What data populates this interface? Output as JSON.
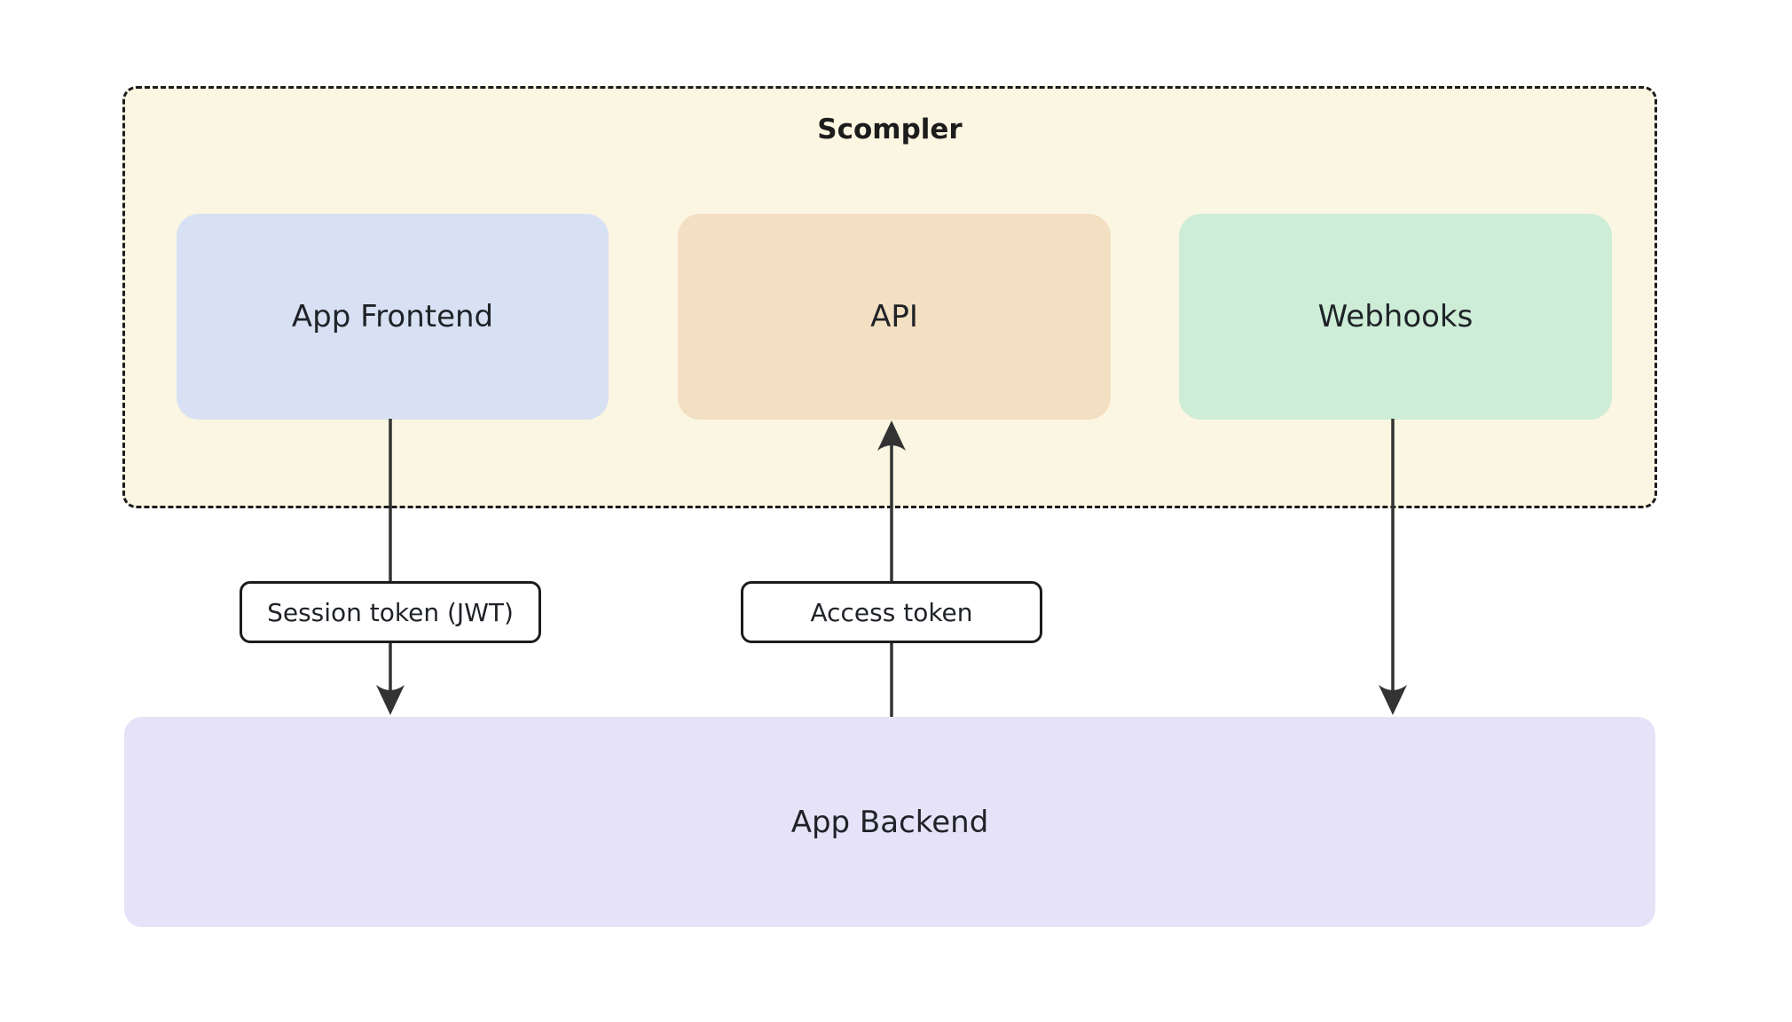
{
  "diagram": {
    "group": {
      "title": "Scompler"
    },
    "nodes": {
      "frontend": {
        "label": "App Frontend"
      },
      "api": {
        "label": "API"
      },
      "webhooks": {
        "label": "Webhooks"
      },
      "backend": {
        "label": "App Backend"
      }
    },
    "edges": {
      "frontend_to_backend": {
        "from": "App Frontend",
        "to": "App Backend",
        "label": "Session token (JWT)",
        "direction": "down"
      },
      "backend_to_api": {
        "from": "App Backend",
        "to": "API",
        "label": "Access token",
        "direction": "up"
      },
      "webhooks_to_backend": {
        "from": "Webhooks",
        "to": "App Backend",
        "label": "",
        "direction": "down"
      }
    },
    "colors": {
      "group_fill": "#fbf6e2",
      "frontend_fill": "#d8e1f3",
      "api_fill": "#f3dfc1",
      "webhooks_fill": "#cdedd7",
      "backend_fill": "#e6e2f8",
      "edge_stroke": "#333333",
      "border": "#1c1c1c",
      "text": "#1f2328",
      "page_background": "#ffffff"
    }
  }
}
